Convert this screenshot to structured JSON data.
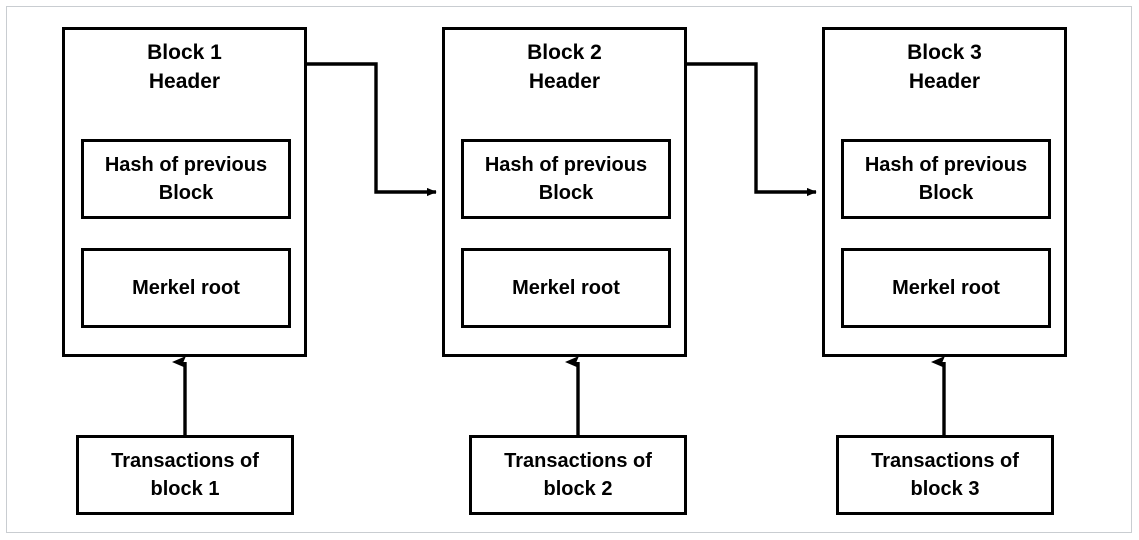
{
  "diagram": {
    "title": "Blockchain block structure chain",
    "type": "blockchain-block-chain",
    "background_color": "#ffffff",
    "stroke_color": "#000000",
    "frame_color": "#c9cdd1"
  },
  "blocks": [
    {
      "id": "block-1",
      "header": "Block 1\nHeader",
      "hash_field": "Hash of previous\nBlock",
      "merkel_field": "Merkel root",
      "transactions": "Transactions of\nblock 1"
    },
    {
      "id": "block-2",
      "header": "Block 2\nHeader",
      "hash_field": "Hash of previous\nBlock",
      "merkel_field": "Merkel root",
      "transactions": "Transactions of\nblock 2"
    },
    {
      "id": "block-3",
      "header": "Block 3\nHeader",
      "hash_field": "Hash of previous\nBlock",
      "merkel_field": "Merkel root",
      "transactions": "Transactions of\nblock 3"
    }
  ],
  "connectors": {
    "block_to_block": [
      {
        "from": "block-1",
        "to": "block-2",
        "style": "orthogonal-arrow"
      },
      {
        "from": "block-2",
        "to": "block-3",
        "style": "orthogonal-arrow"
      }
    ],
    "transactions_to_block": [
      {
        "from": "transactions-1",
        "to": "block-1",
        "style": "vertical-arrow-up"
      },
      {
        "from": "transactions-2",
        "to": "block-2",
        "style": "vertical-arrow-up"
      },
      {
        "from": "transactions-3",
        "to": "block-3",
        "style": "vertical-arrow-up"
      }
    ]
  }
}
